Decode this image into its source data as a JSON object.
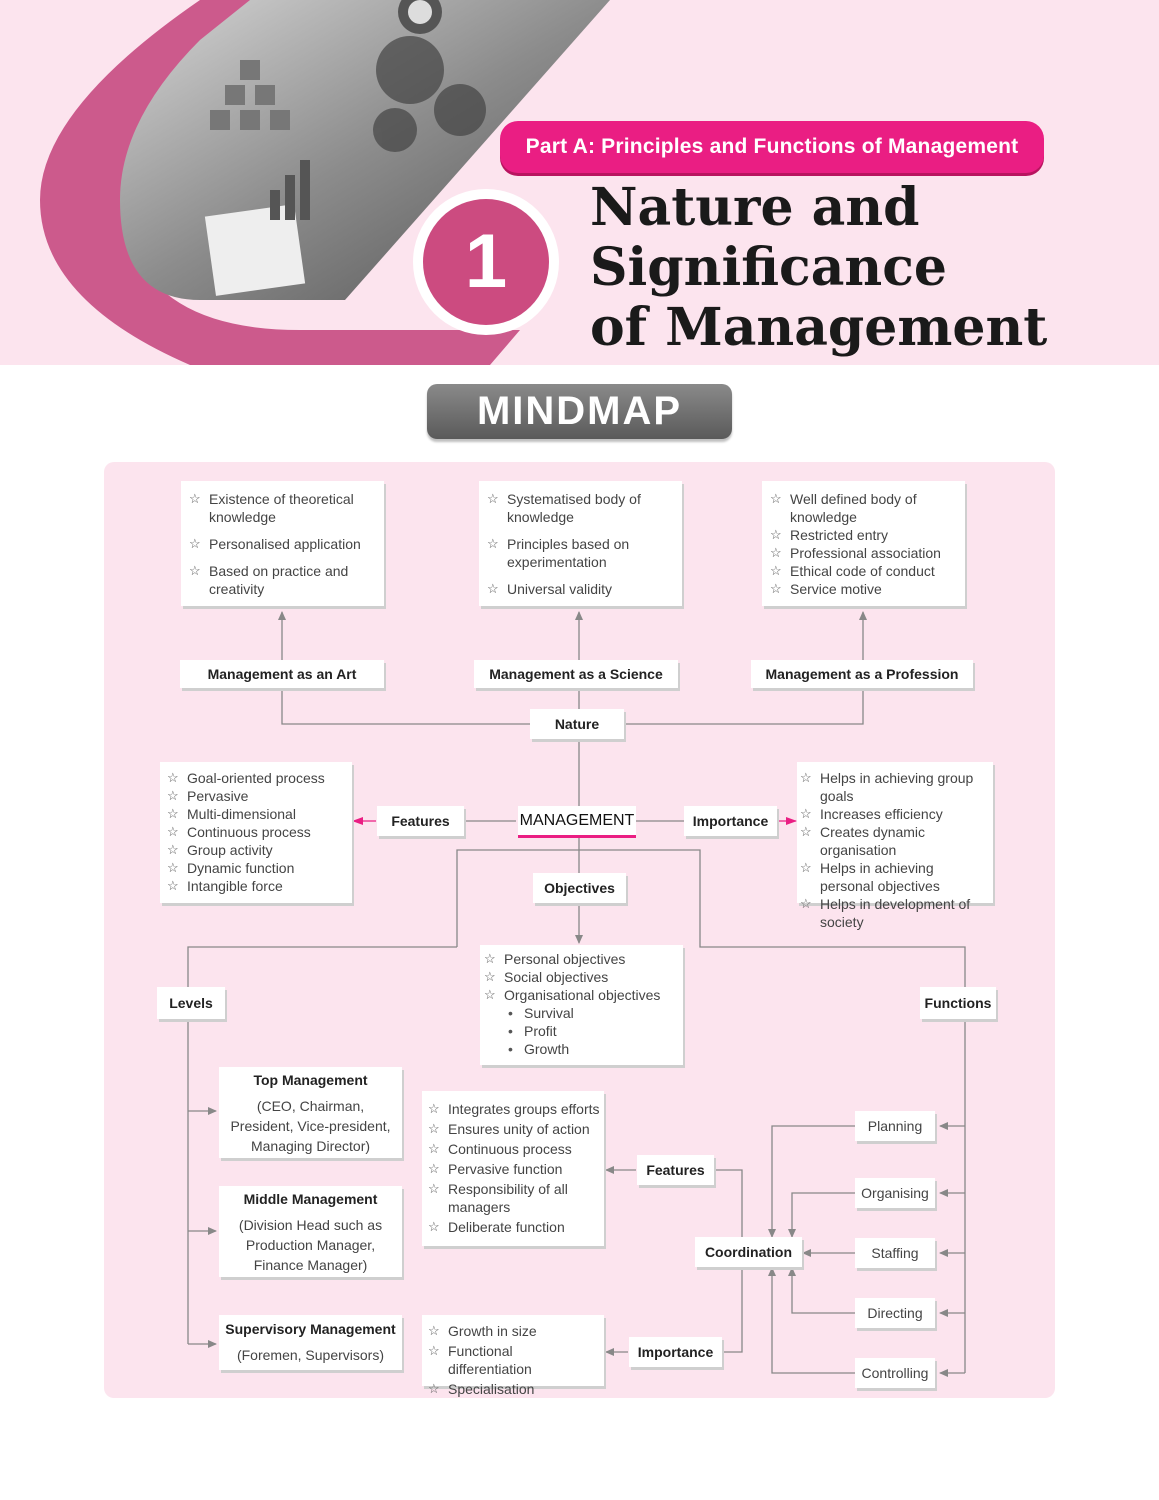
{
  "header": {
    "part_banner": "Part A: Principles and Functions of Management",
    "chapter_number": "1",
    "chapter_title_lines": [
      "Nature and",
      "Significance",
      "of Management"
    ]
  },
  "mindmap_title": "MINDMAP",
  "nature": {
    "label": "Nature",
    "art": {
      "label": "Management as an Art",
      "points": [
        "Existence of theoretical knowledge",
        "Personalised application",
        "Based on practice and creativity"
      ]
    },
    "science": {
      "label": "Management as a Science",
      "points": [
        "Systematised body of knowledge",
        "Principles based on experimentation",
        "Universal validity"
      ]
    },
    "profession": {
      "label": "Management as a Profession",
      "points": [
        "Well defined body of knowledge",
        "Restricted entry",
        "Professional association",
        "Ethical code of conduct",
        "Service motive"
      ]
    }
  },
  "center": "MANAGEMENT",
  "features": {
    "label": "Features",
    "points": [
      "Goal-oriented process",
      "Pervasive",
      "Multi-dimensional",
      "Continuous process",
      "Group activity",
      "Dynamic function",
      "Intangible force"
    ]
  },
  "importance": {
    "label": "Importance",
    "points": [
      "Helps in achieving group goals",
      "Increases efficiency",
      "Creates dynamic organisation",
      "Helps in achieving personal objectives",
      "Helps in development of society"
    ]
  },
  "objectives": {
    "label": "Objectives",
    "points": [
      "Personal objectives",
      "Social objectives",
      "Organisational objectives"
    ],
    "sub_points": [
      "Survival",
      "Profit",
      "Growth"
    ]
  },
  "levels": {
    "label": "Levels",
    "top": {
      "title": "Top Management",
      "desc": "(CEO, Chairman, President, Vice-president, Managing Director)"
    },
    "middle": {
      "title": "Middle Management",
      "desc": "(Division Head such as Production Manager, Finance Manager)"
    },
    "supervisory": {
      "title": "Supervisory Management",
      "desc": "(Foremen, Supervisors)"
    }
  },
  "functions": {
    "label": "Functions",
    "items": [
      "Planning",
      "Organising",
      "Staffing",
      "Directing",
      "Controlling"
    ]
  },
  "coordination": {
    "label": "Coordination",
    "features_label": "Features",
    "features": [
      "Integrates groups efforts",
      "Ensures unity of action",
      "Continuous process",
      "Pervasive function",
      "Responsibility of all managers",
      "Deliberate function"
    ],
    "importance_label": "Importance",
    "importance": [
      "Growth in size",
      "Functional differentiation",
      "Specialisation"
    ]
  },
  "colors": {
    "accent": "#ea1e83",
    "circle": "#cc4b80",
    "panel": "#fce4ee",
    "line": "#888888"
  }
}
